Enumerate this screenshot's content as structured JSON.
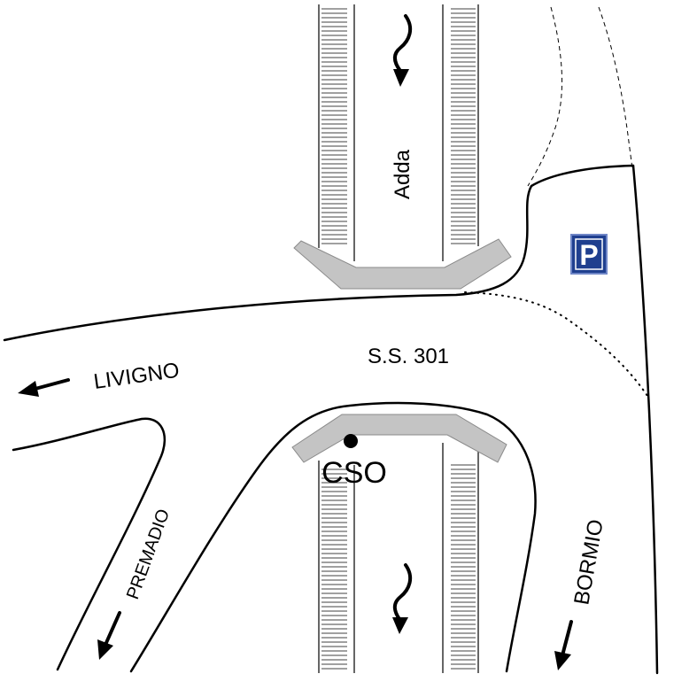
{
  "map": {
    "river_label": "Adda",
    "road_label": "S.S. 301",
    "station_label": "CSO",
    "parking_symbol": "P",
    "directions": {
      "livigno": "LIVIGNO",
      "premadio": "PREMADIO",
      "bormio": "BORMIO"
    }
  },
  "colors": {
    "ink": "#000000",
    "bridge": "#c4c4c4",
    "parking_bg": "#1f3f8f",
    "parking_fg": "#ffffff"
  },
  "icons": {
    "parking": "parking-sign-icon",
    "station": "station-dot-icon",
    "flow": "river-flow-arrow-icon",
    "direction": "direction-arrow-icon"
  }
}
